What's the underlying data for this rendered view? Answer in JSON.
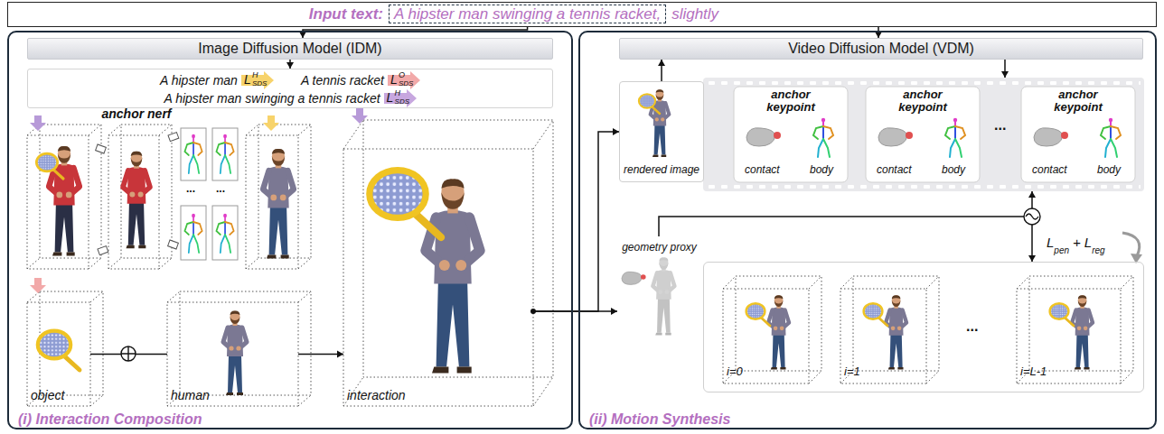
{
  "diagram": {
    "nodes": [
      {
        "text": [
          "Input text:",
          "slightly"
        ]
      },
      {
        "text": [
          "A hipster man swinging a tennis racket,"
        ],
        "in": 0
      },
      {
        "text": [
          "(i) Interaction Composition"
        ]
      },
      {
        "text": [
          "Image Diffusion Model (IDM)"
        ],
        "in": 2
      },
      {
        "text": [
          "A hipster man",
          "A tennis racket",
          "A hipster man swinging a tennis racket"
        ],
        "in": 2
      },
      {
        "text": [
          "L",
          "H",
          "SDS"
        ],
        "in": 4
      },
      {
        "text": [
          "L",
          "O",
          "SDS"
        ],
        "in": 4
      },
      {
        "text": [
          "L",
          "H",
          "SDS"
        ],
        "in": 4
      },
      {
        "text": [
          "anchor nerf"
        ],
        "in": 2
      },
      {
        "text": [
          "object"
        ],
        "in": 2
      },
      {
        "text": [
          "human"
        ],
        "in": 2
      },
      {
        "text": [
          "interaction"
        ],
        "in": 2
      },
      {
        "text": [
          "(ii) Motion Synthesis"
        ]
      },
      {
        "text": [
          "Video Diffusion Model (VDM)"
        ],
        "in": 12
      },
      {
        "text": [
          "rendered image"
        ],
        "in": 12
      },
      {
        "text": [
          "..."
        ],
        "in": 12
      },
      {
        "text": [
          "anchor keypoint",
          "contact",
          "body"
        ],
        "in": 15
      },
      {
        "text": [
          "anchor keypoint",
          "contact",
          "body"
        ],
        "in": 15
      },
      {
        "text": [
          "anchor keypoint",
          "contact",
          "body"
        ],
        "in": 15
      },
      {
        "text": [
          "geometry proxy"
        ],
        "in": 12
      },
      {
        "text": [
          "..."
        ],
        "in": 12
      },
      {
        "text": [
          "i=0"
        ],
        "in": 20
      },
      {
        "text": [
          "i=1"
        ],
        "in": 20
      },
      {
        "text": [
          "i=L-1"
        ],
        "in": 20
      }
    ],
    "edges": [
      {
        "from": 1,
        "to": 3,
        "arrow": "to"
      },
      {
        "from": 0,
        "to": 13,
        "arrow": "to"
      },
      {
        "from": 3,
        "to": 4,
        "arrow": "to"
      },
      {
        "from": 9,
        "to": 10,
        "arrow": "none"
      },
      {
        "from": 10,
        "to": 11,
        "arrow": "to"
      },
      {
        "from": 11,
        "to": 14,
        "arrow": "to"
      },
      {
        "from": 11,
        "to": 19,
        "arrow": "to"
      },
      {
        "from": 14,
        "to": 13,
        "arrow": "to"
      },
      {
        "from": 13,
        "to": 15,
        "arrow": "to"
      },
      {
        "from": 15,
        "to": 20,
        "arrow": "both"
      }
    ],
    "labels": [
      "L",
      "pen",
      "+",
      "L",
      "reg",
      "...",
      "..."
    ]
  }
}
